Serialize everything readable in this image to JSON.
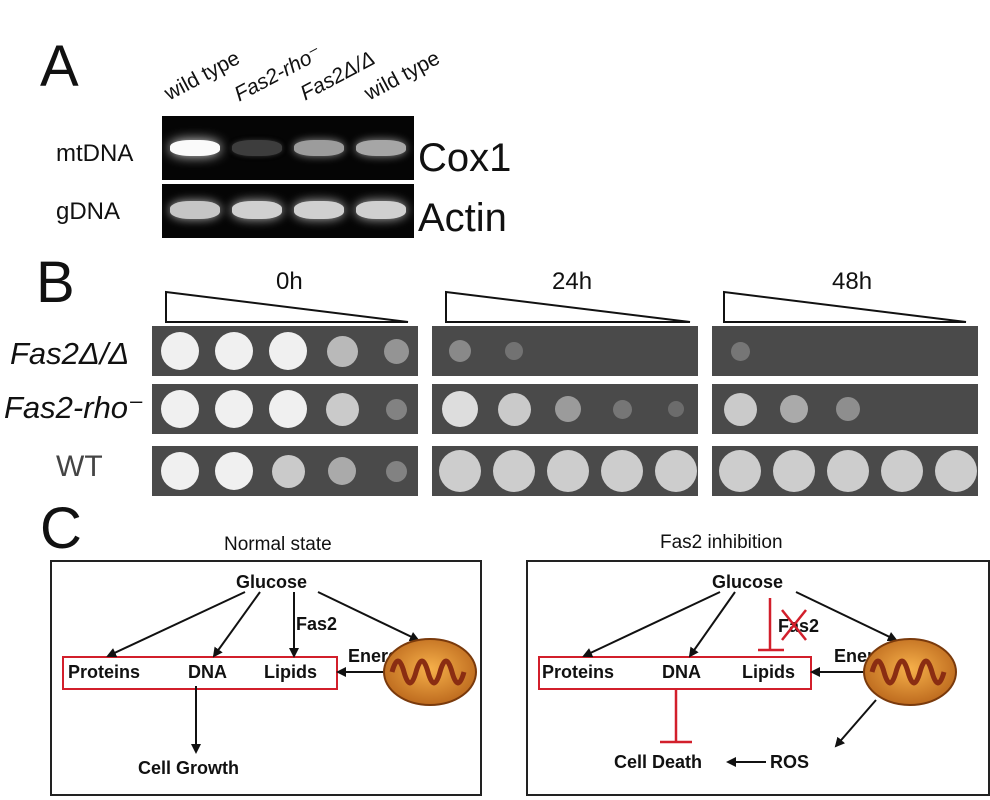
{
  "panels": {
    "a": {
      "letter": "A",
      "lanes": [
        "wild type",
        "Fas2-rho⁻",
        "Fas2Δ/Δ",
        "wild type"
      ],
      "rows": [
        {
          "label": "mtDNA",
          "gene": "Cox1",
          "intensity": [
            1.0,
            0.1,
            0.55,
            0.6
          ]
        },
        {
          "label": "gDNA",
          "gene": "Actin",
          "intensity": [
            0.75,
            0.8,
            0.8,
            0.8
          ]
        }
      ]
    },
    "b": {
      "letter": "B",
      "timepoints": [
        "0h",
        "24h",
        "48h"
      ],
      "strains": [
        "Fas2Δ/Δ",
        "Fas2-rho⁻",
        "WT"
      ]
    },
    "c": {
      "letter": "C",
      "normal": {
        "title": "Normal state",
        "glucose": "Glucose",
        "fas2": "Fas2",
        "energy": "Energy",
        "proteins": "Proteins",
        "dna": "DNA",
        "lipids": "Lipids",
        "outcome": "Cell Growth"
      },
      "inhibition": {
        "title": "Fas2 inhibition",
        "glucose": "Glucose",
        "fas2": "Fas2",
        "energy": "Energy",
        "proteins": "Proteins",
        "dna": "DNA",
        "lipids": "Lipids",
        "outcome": "Cell Death",
        "ros": "ROS"
      }
    }
  },
  "colors": {
    "inhibit_red": "#d21f2b",
    "gel": "#050505",
    "plate": "#4a4a4a"
  }
}
